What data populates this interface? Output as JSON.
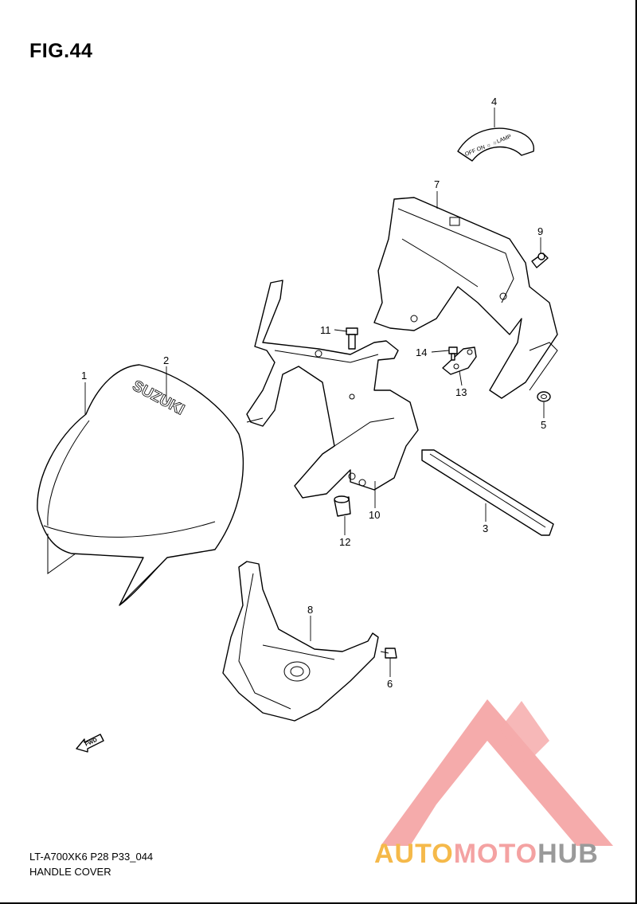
{
  "figure": {
    "title": "FIG.44"
  },
  "parts": [
    {
      "number": "1"
    },
    {
      "number": "2"
    },
    {
      "number": "3"
    },
    {
      "number": "4"
    },
    {
      "number": "5"
    },
    {
      "number": "6"
    },
    {
      "number": "7"
    },
    {
      "number": "8"
    },
    {
      "number": "9"
    },
    {
      "number": "10"
    },
    {
      "number": "11"
    },
    {
      "number": "12"
    },
    {
      "number": "13"
    },
    {
      "number": "14"
    }
  ],
  "labels": {
    "brand_on_cover": "SUZUKI",
    "switch_plate_text": "OFF  ON  ☼  ☼LAMP",
    "fwd_arrow": "FWD"
  },
  "footer": {
    "model_code": "LT-A700XK6 P28 P33_044",
    "section_name": "HANDLE COVER"
  },
  "watermark": {
    "part_a": "AUTO",
    "part_b": "MOTO",
    "part_c": "HUB",
    "colors": {
      "a": "#f5b94a",
      "b": "#f4a2a2",
      "c": "#9a9a9a",
      "logo": "#f4a2a2"
    }
  }
}
